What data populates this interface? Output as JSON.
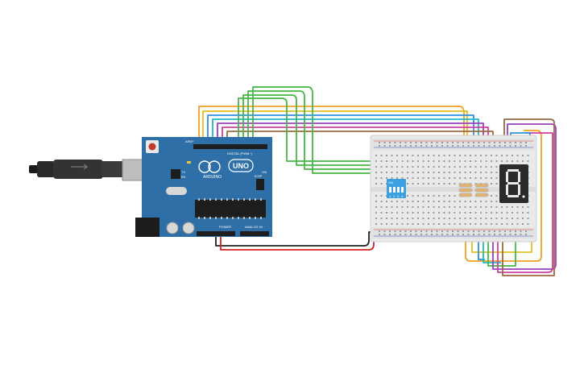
{
  "canvas": {
    "background": "#ffffff"
  },
  "arduino": {
    "board_name": "UNO",
    "brand": "ARDUINO",
    "digital_label": "DIGITAL (PWM~)",
    "analog_label": "ANALOG IN",
    "power_label": "POWER",
    "aref_label": "AREF",
    "gnd_label": "GND",
    "tx_label": "TX",
    "rx_label": "RX",
    "l_label": "L",
    "on_label": "ON",
    "icsp_label": "ICSP",
    "board_color": "#2e6fa8"
  },
  "dip_switch": {
    "on_label": "ON",
    "positions": [
      "1",
      "2",
      "3",
      "4"
    ],
    "color": "#3aa0e0"
  },
  "seven_segment": {
    "digit": "8",
    "color": "#2b2b2b"
  },
  "breadboard": {
    "color": "#e9e9e9"
  },
  "wire_colors": {
    "orange": "#f0a020",
    "yellow": "#e0c020",
    "blue": "#2c8ee6",
    "cyan": "#22b8c8",
    "green": "#44b844",
    "lime": "#6ccf40",
    "purple": "#9a40c0",
    "magenta": "#d040a0",
    "pink": "#e070c0",
    "brown": "#9a6a40",
    "red": "#d82020",
    "black": "#202020"
  }
}
